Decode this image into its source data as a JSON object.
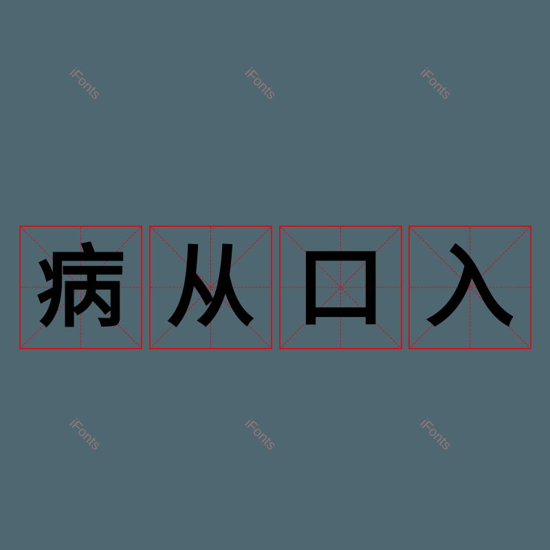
{
  "watermark": "iFonts",
  "characters": [
    "病",
    "从",
    "口",
    "入"
  ],
  "colors": {
    "background": "#4f6770",
    "grid": "#c8161d",
    "text": "#000000"
  }
}
